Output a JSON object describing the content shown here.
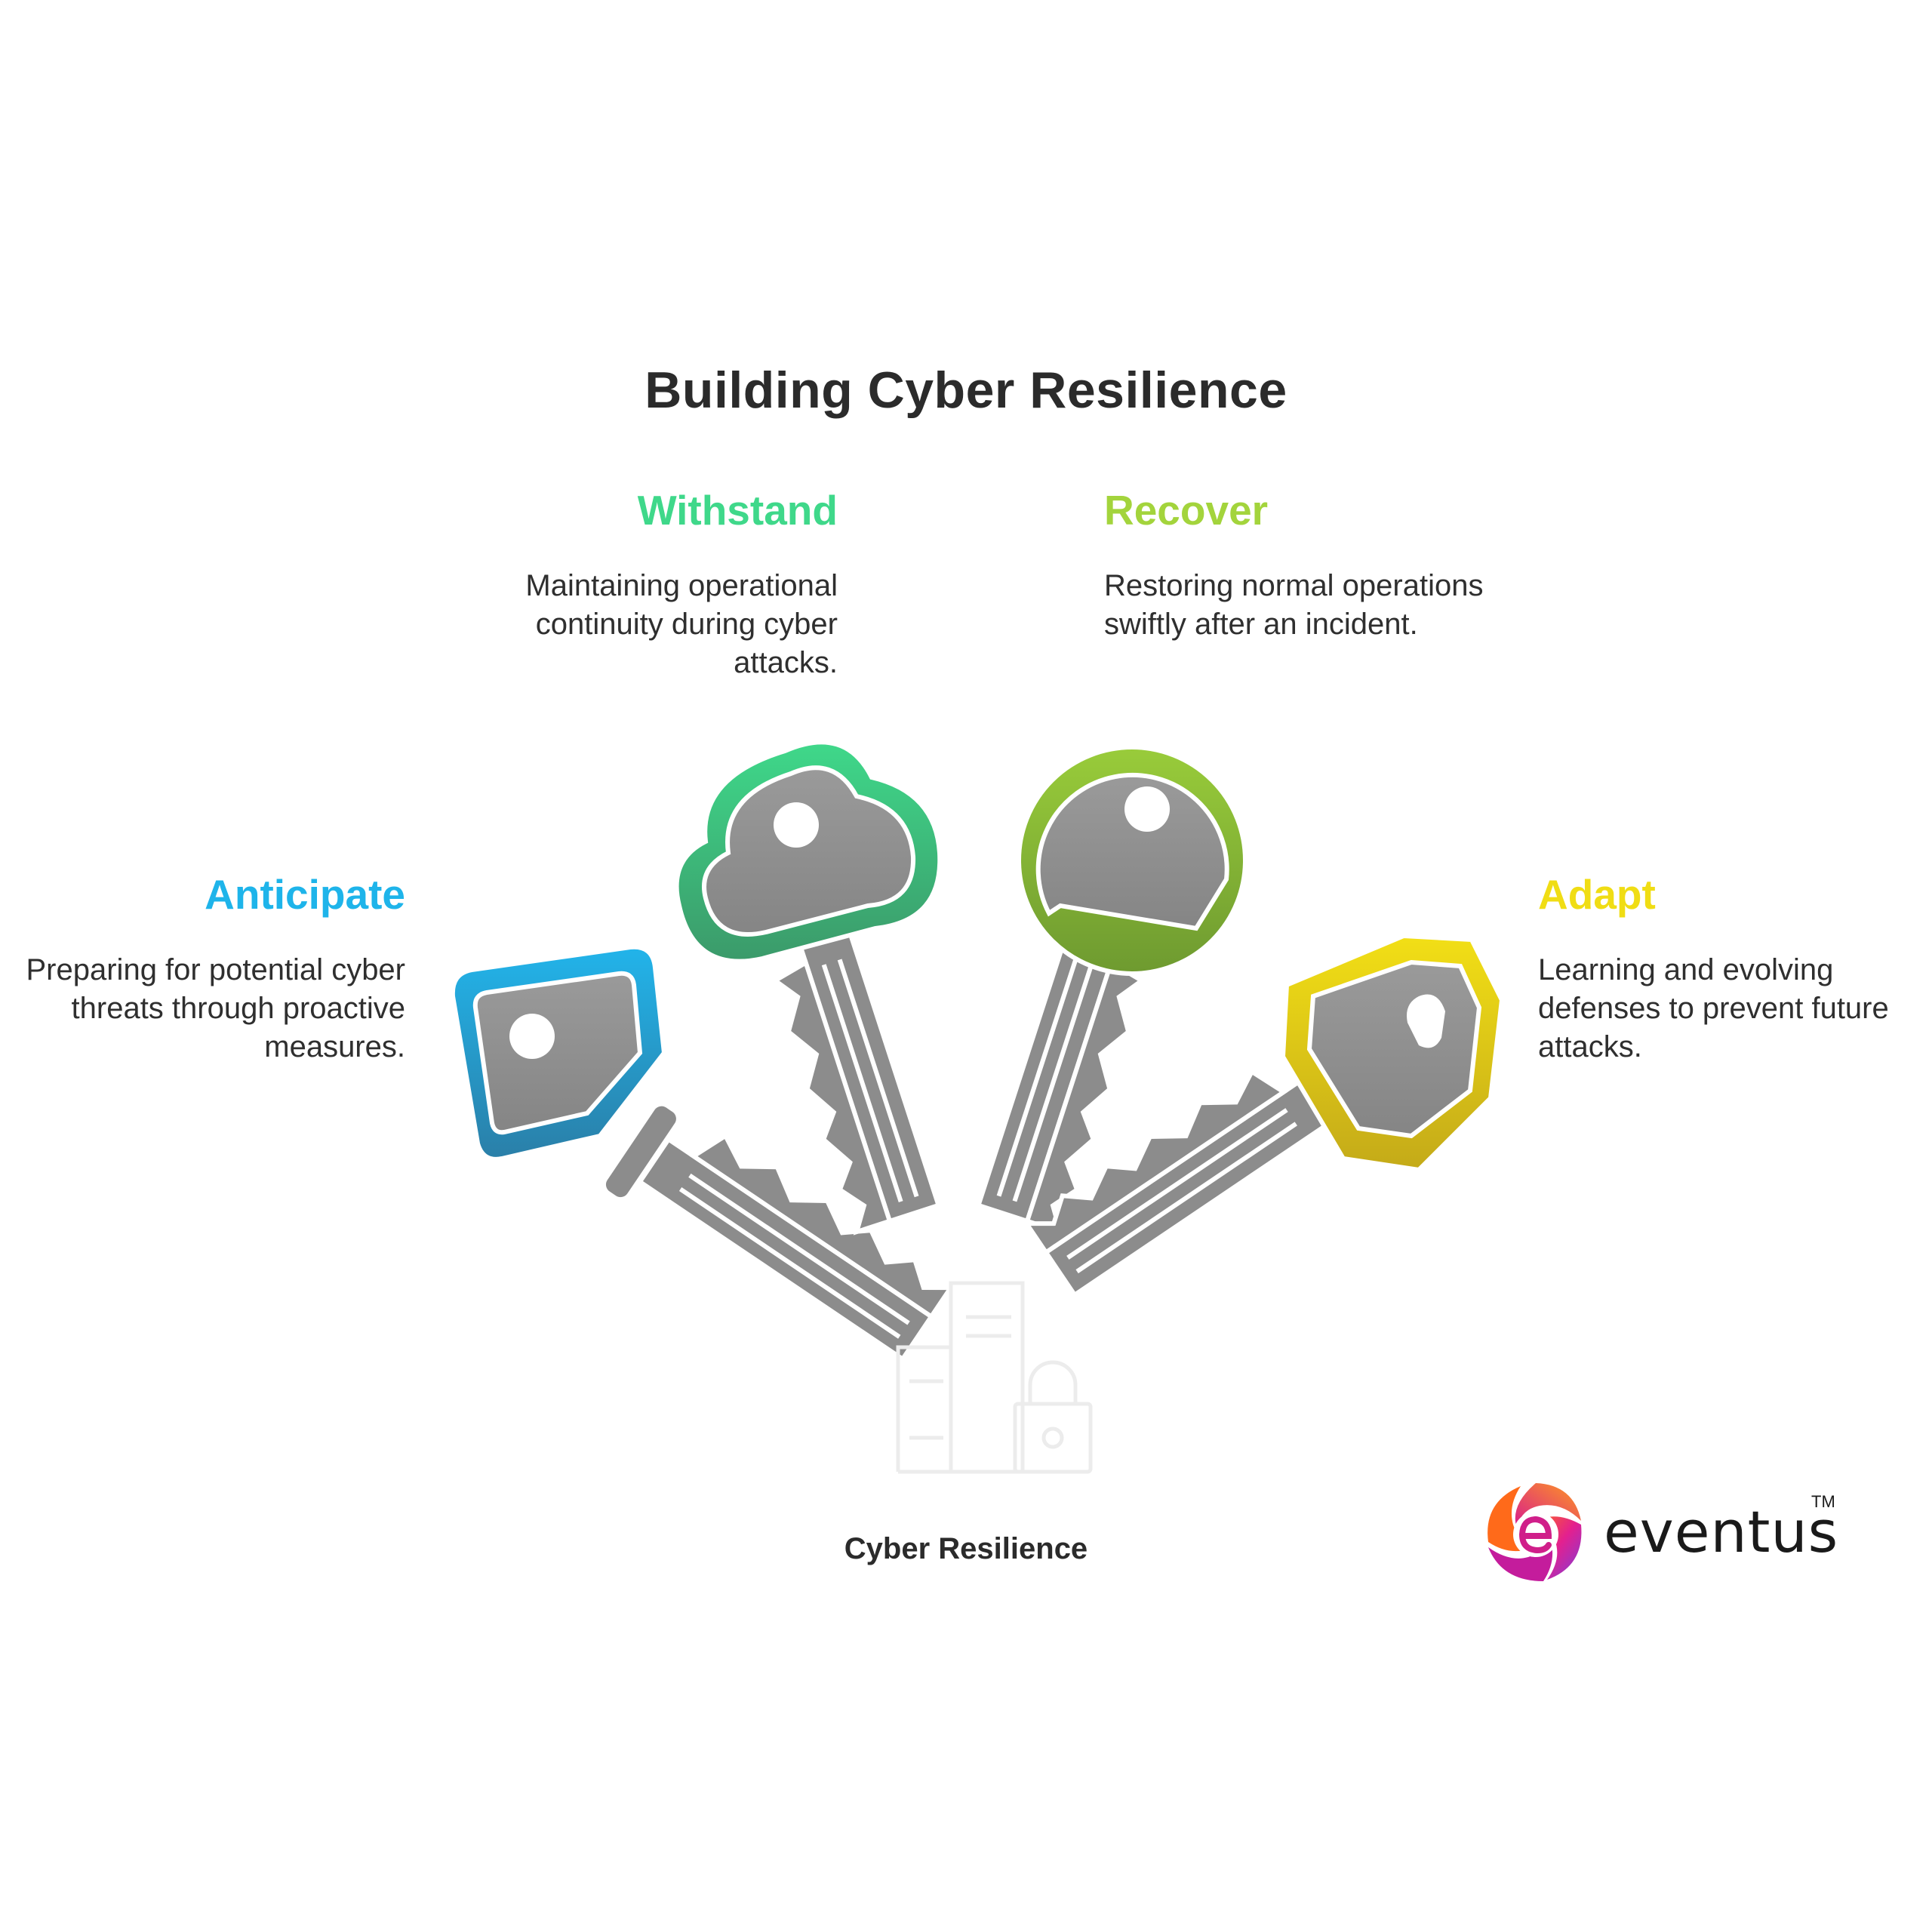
{
  "title": "Building Cyber Resilience",
  "center_label": "Cyber Resilience",
  "colors": {
    "anticipate": "#1eb4ea",
    "withstand": "#3fd88a",
    "recover": "#a3d43c",
    "adapt": "#f0dd14",
    "key_body": "#8c8c8c"
  },
  "steps": {
    "withstand": {
      "heading": "Withstand",
      "description": "Maintaining operational continuity during cyber attacks."
    },
    "recover": {
      "heading": "Recover",
      "description": "Restoring normal operations swiftly after an incident."
    },
    "anticipate": {
      "heading": "Anticipate",
      "description": "Preparing for potential cyber threats through proactive measures."
    },
    "adapt": {
      "heading": "Adapt",
      "description": "Learning and evolving defenses to prevent future attacks."
    }
  },
  "logo": {
    "text": "eventus",
    "trademark": "TM"
  }
}
